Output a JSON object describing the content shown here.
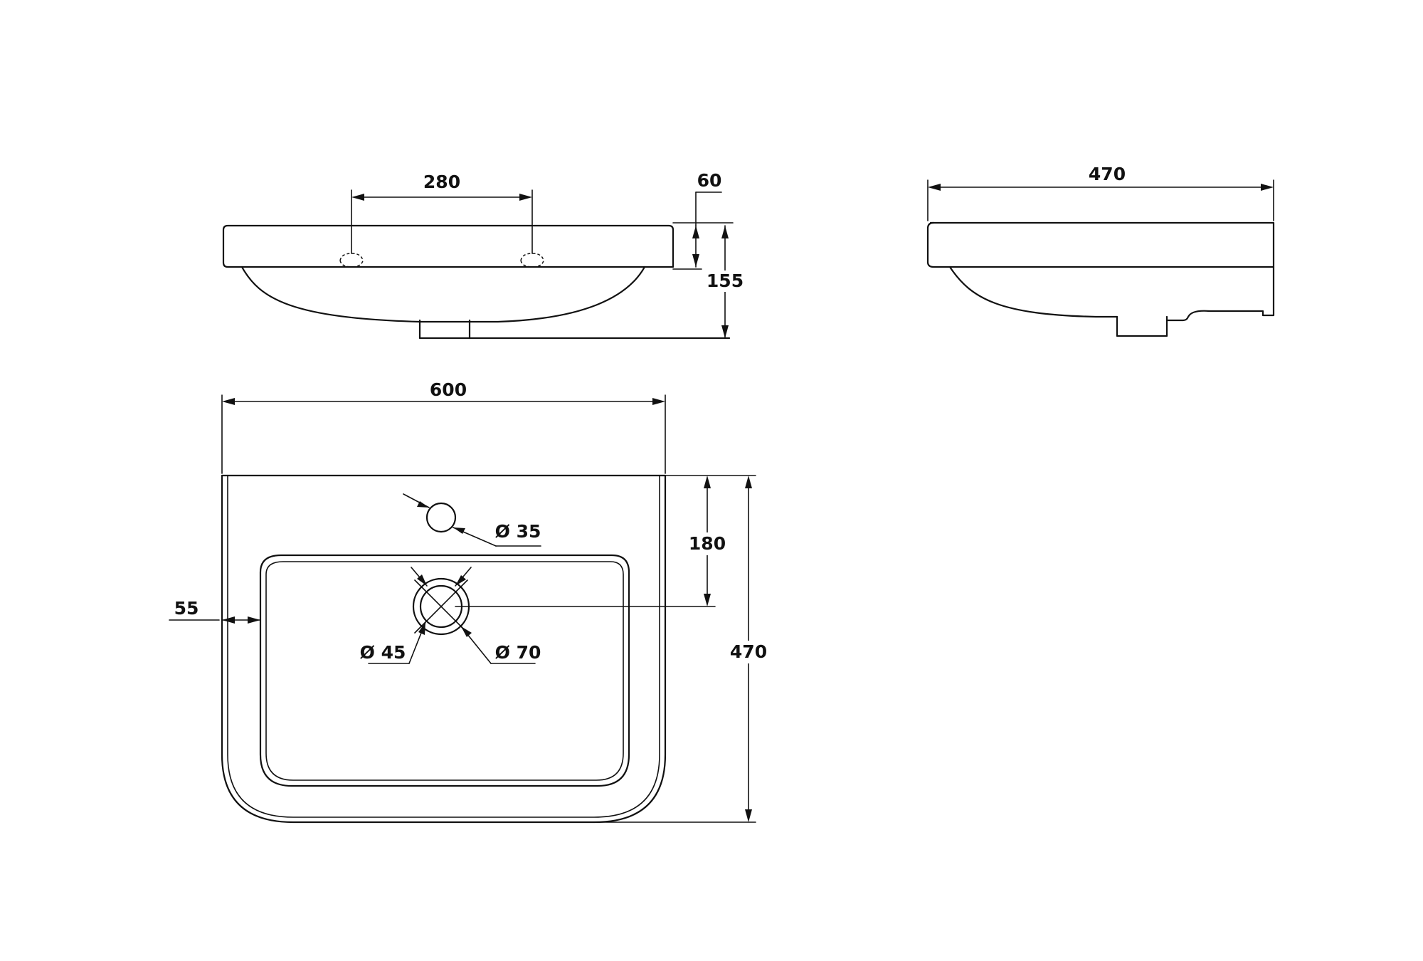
{
  "accent_color": "#111111",
  "background_color": "#ffffff",
  "front_view": {
    "tap_hole_spacing": "280",
    "rim_thickness": "60",
    "total_height": "155"
  },
  "side_view": {
    "depth": "470"
  },
  "plan_view": {
    "width": "600",
    "depth": "470",
    "tap_hole_to_drain": "180",
    "side_rim": "55",
    "tap_hole_diameter": "Ø 35",
    "drain_inner_diameter": "Ø 45",
    "drain_outer_diameter": "Ø 70"
  }
}
